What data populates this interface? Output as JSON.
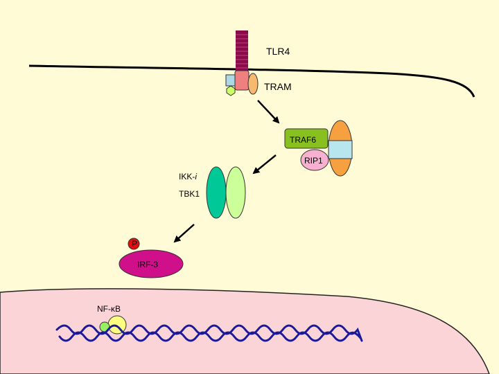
{
  "labels": {
    "tlr4": "TLR4",
    "tram": "TRAM",
    "traf6": "TRAF6",
    "rip1": "RIP1",
    "ikk_prefix": "IKK-",
    "ikk_italic": "i",
    "tbk1": "TBK1",
    "phospho": "P",
    "irf3": "IRF-3",
    "nfkb": "NF-κB"
  },
  "colors": {
    "cytoplasm": "#fffbd6",
    "nucleus": "#fbd4d8",
    "tlr4": "#8b0a4a",
    "traf6": "#88c020",
    "irf3": "#d0108a",
    "dna": "#1a1a9a",
    "ikk": "#00c896",
    "tbk1_partner": "#ccff99"
  }
}
